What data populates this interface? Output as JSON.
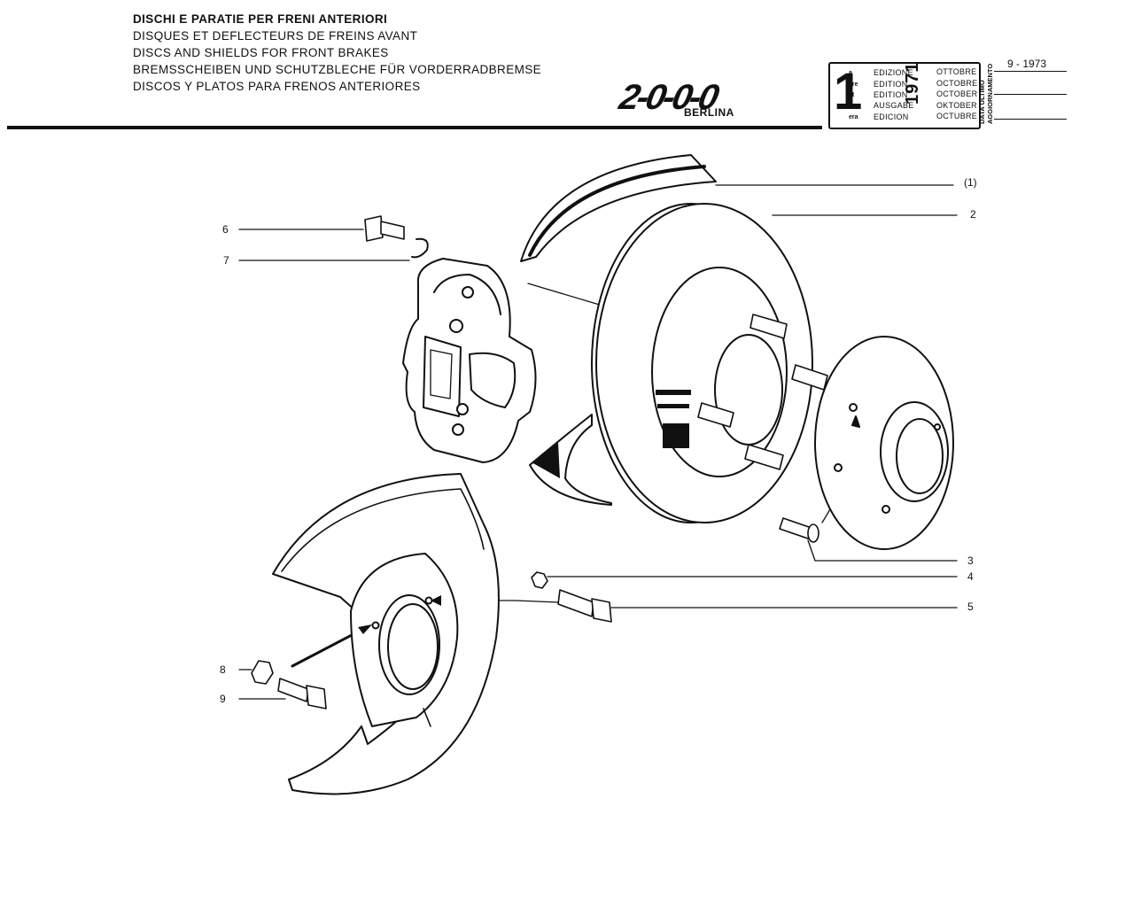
{
  "header": {
    "titles": [
      "DISCHI E PARATIE PER FRENI ANTERIORI",
      "DISQUES ET DEFLECTEURS DE FREINS AVANT",
      "DISCS AND SHIELDS FOR FRONT BRAKES",
      "BREMSSCHEIBEN UND SCHUTZBLECHE FÜR VORDERRADBREMSE",
      "DISCOS Y PLATOS PARA FRENOS ANTERIORES"
    ],
    "logo": "2-0-0-0",
    "model": "BERLINA"
  },
  "edition": {
    "number": "1",
    "suffixes": [
      "a",
      "ere",
      "st",
      ".",
      "era"
    ],
    "labels": [
      "EDIZIONE",
      "EDITION",
      "EDITION",
      "AUSGABE",
      "EDICION"
    ],
    "year": "1971",
    "months": [
      "OTTOBRE",
      "OCTOBRE",
      "OCTOBER",
      "OKTOBER",
      "OCTUBRE"
    ],
    "update_label_1": "DATA ULTIMO",
    "update_label_2": "AGGIORNAMENTO",
    "update_date": "9 - 1973"
  },
  "callouts": {
    "c1": "(1)",
    "c2": "2",
    "c3": "3",
    "c4": "4",
    "c5": "5",
    "c6": "6",
    "c7": "7",
    "c8": "8",
    "c9": "9"
  }
}
